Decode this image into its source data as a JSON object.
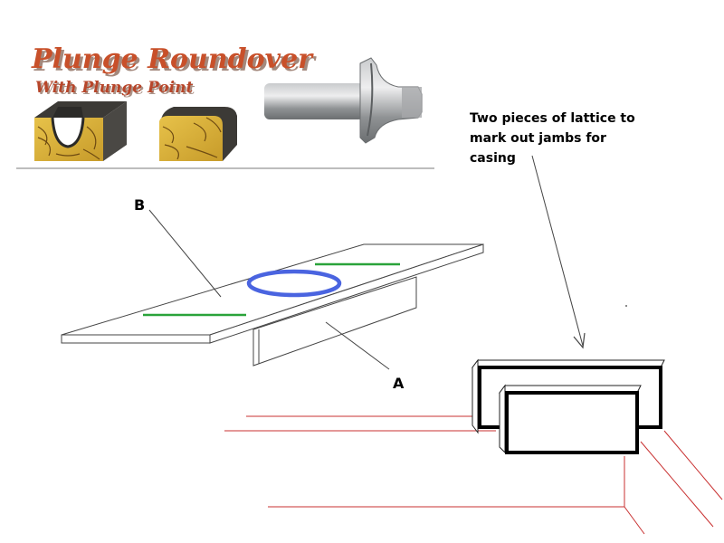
{
  "banner": {
    "title": "Plunge Roundover",
    "subtitle": "With Plunge Point"
  },
  "annotation": {
    "lines": [
      "Two pieces of lattice to",
      "mark out jambs for",
      "casing"
    ]
  },
  "labels": {
    "a": "A",
    "b": "B"
  },
  "colors": {
    "title": "#c8502a",
    "subtitle": "#b7462a",
    "wood": "#d9b640",
    "wood_grain": "#6e4b12",
    "metal": "#9a9c9e",
    "green_mark": "#2aa33a",
    "blue_circle": "#4a64e0",
    "red_line": "#c83030"
  }
}
